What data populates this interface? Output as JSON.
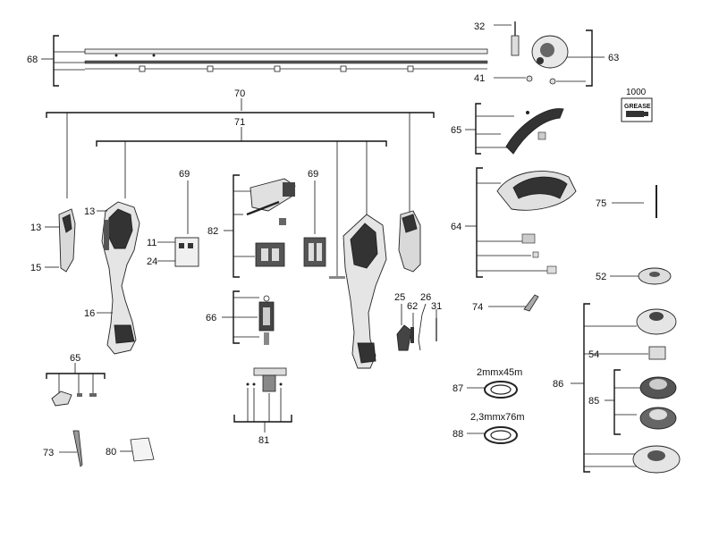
{
  "labels": {
    "l68": "68",
    "l70": "70",
    "l71": "71",
    "l32": "32",
    "l63": "63",
    "l41": "41",
    "l1000": "1000",
    "grease": "GREASE",
    "l65a": "65",
    "l64": "64",
    "l75": "75",
    "l52": "52",
    "l74": "74",
    "l13a": "13",
    "l15": "15",
    "l16": "16",
    "l13b": "13",
    "l69a": "69",
    "l11": "11",
    "l24": "24",
    "l82": "82",
    "l69b": "69",
    "l66": "66",
    "l81": "81",
    "l25": "25",
    "l62": "62",
    "l26": "26",
    "l31": "31",
    "l86": "86",
    "l54": "54",
    "l85": "85",
    "l87": "87",
    "spool1": "2mmx45m",
    "l88": "88",
    "spool2": "2,3mmx76m",
    "l65b": "65",
    "l73": "73",
    "l80": "80"
  },
  "colors": {
    "line": "#111111",
    "part_fill": "#d9d9d9",
    "part_dark": "#333333"
  }
}
